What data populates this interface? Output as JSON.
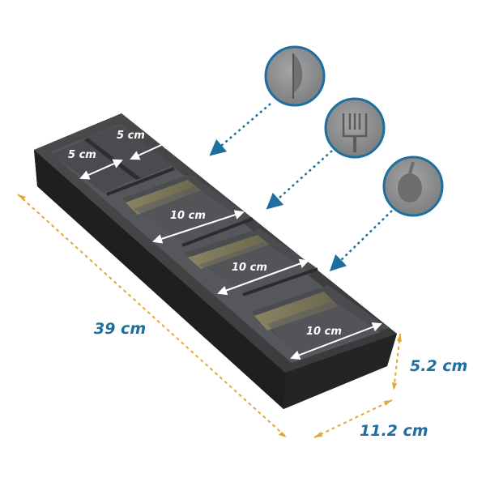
{
  "dimensions": {
    "length": "39 cm",
    "width": "11.2 cm",
    "height": "5.2 cm"
  },
  "compartments": {
    "small_1": "5 cm",
    "small_2": "5 cm",
    "large_1": "10 cm",
    "large_2": "10 cm",
    "large_3": "10 cm"
  },
  "icons": {
    "top": "knife-icon",
    "middle": "fork-icon",
    "bottom": "spoon-icon"
  },
  "colors": {
    "tray": "#3b3c3e",
    "tray_dark": "#1c1c1e",
    "slot_fill": "#7b765a",
    "accent_blue": "#1d6fa0",
    "dim_line": "#e0a838"
  }
}
